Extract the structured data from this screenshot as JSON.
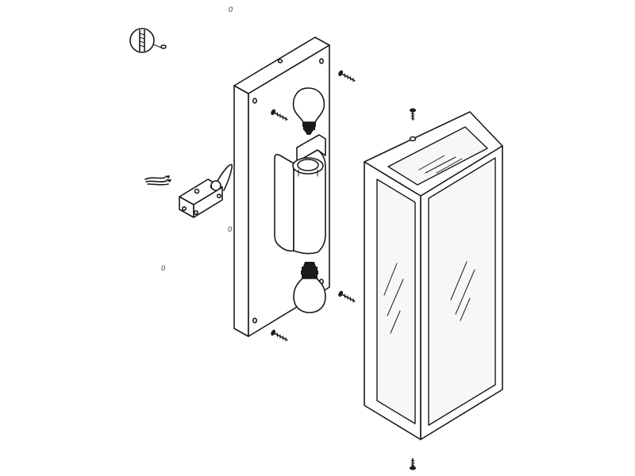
{
  "diagram": {
    "labels": {
      "top": "0",
      "mid_left": "0",
      "left": "0"
    }
  }
}
